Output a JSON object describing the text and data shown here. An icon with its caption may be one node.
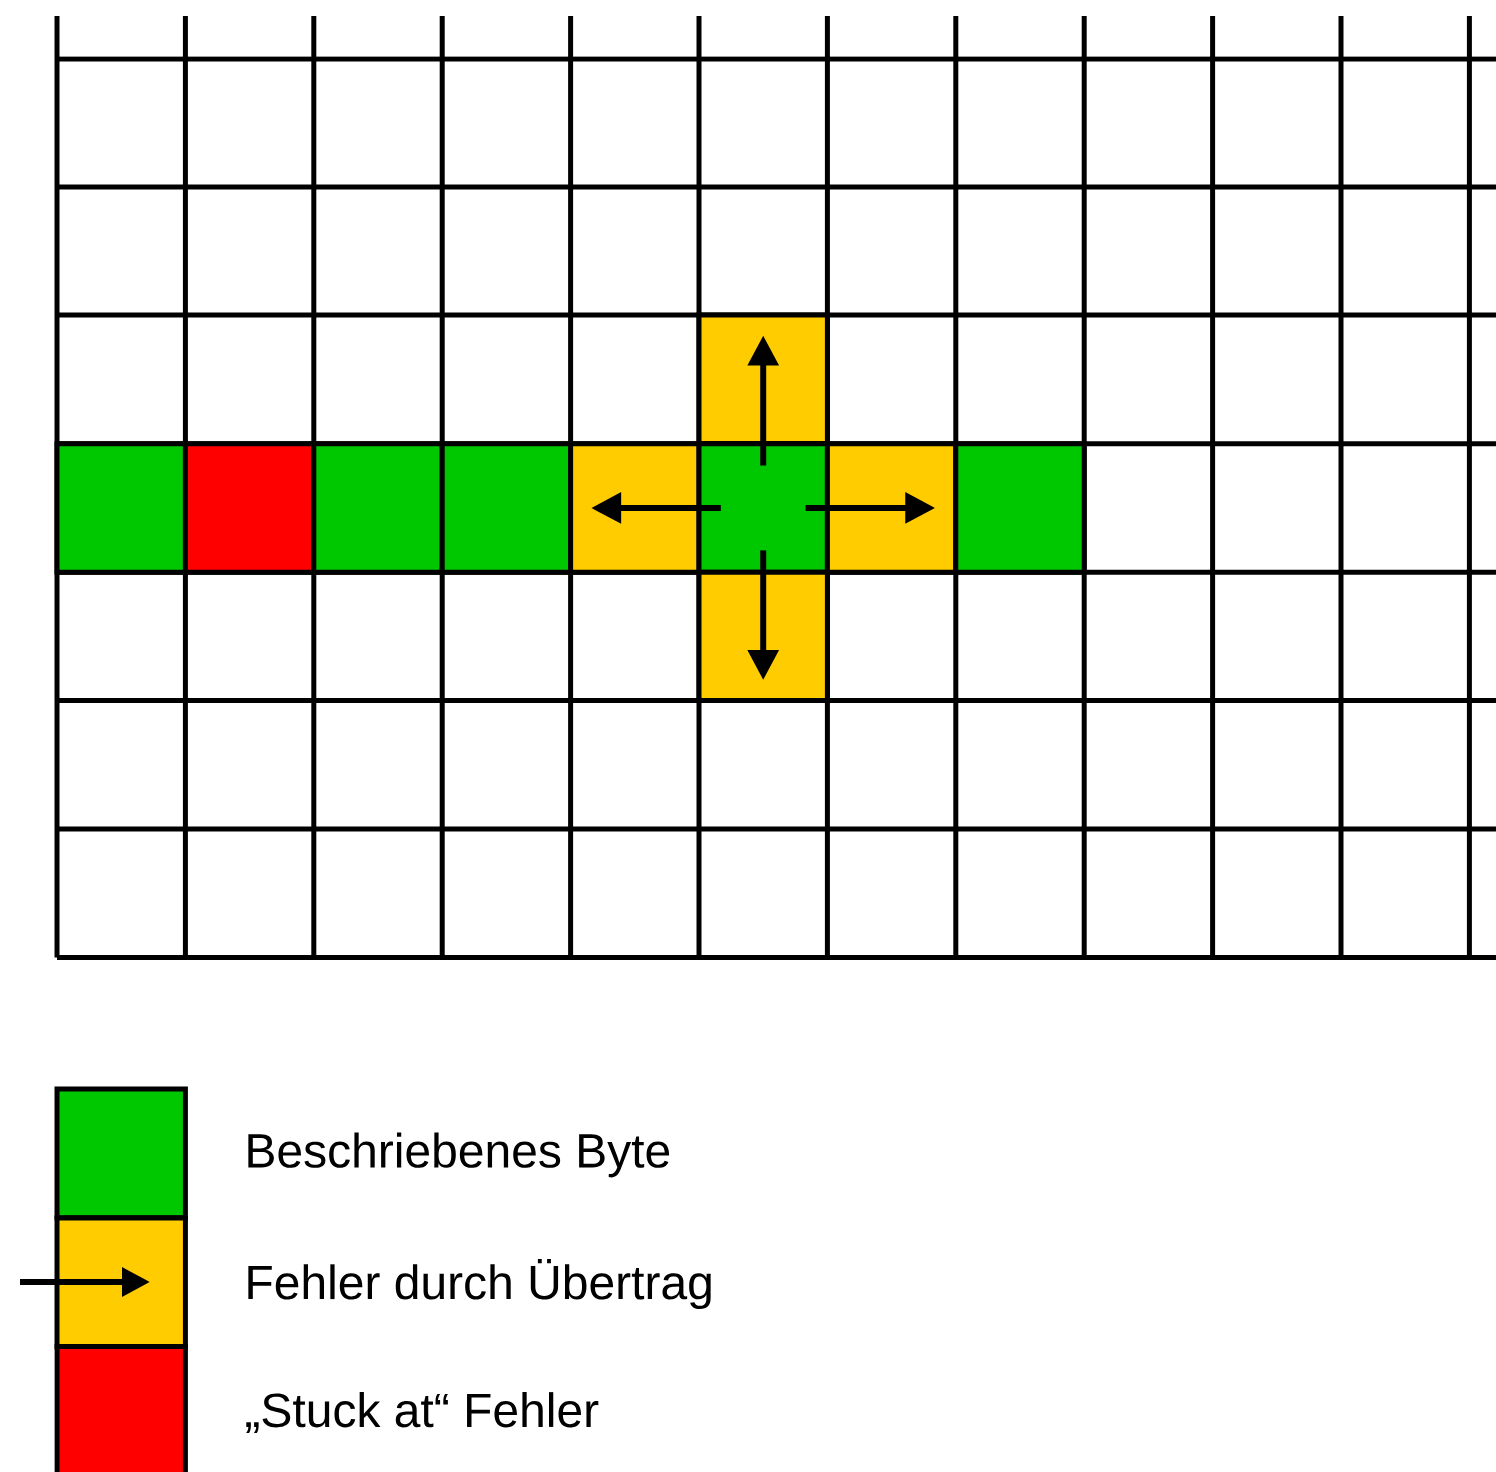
{
  "diagram": {
    "nodes": [
      {
        "text": [],
        "shape": "box"
      },
      {
        "text": [],
        "shape": "box"
      },
      {
        "text": [],
        "shape": "box"
      },
      {
        "text": [],
        "shape": "box"
      },
      {
        "text": [],
        "shape": "box"
      },
      {
        "text": [],
        "shape": "box"
      },
      {
        "text": [],
        "shape": "box"
      },
      {
        "text": [],
        "shape": "box"
      },
      {
        "text": [],
        "shape": "box"
      },
      {
        "text": [],
        "shape": "box"
      }
    ],
    "edges": [
      {
        "from": 6,
        "to": 0,
        "arrow": "to"
      },
      {
        "from": 6,
        "to": 5,
        "arrow": "to"
      },
      {
        "from": 6,
        "to": 7,
        "arrow": "to"
      },
      {
        "from": 6,
        "to": 9,
        "arrow": "to"
      }
    ],
    "legend": [
      {
        "text": "Beschriebenes Byte",
        "color": "#00c800"
      },
      {
        "text": "Fehler durch Übertrag",
        "color": "#ffcc00"
      },
      {
        "text": "„Stuck at“ Fehler",
        "color": "#ff0000"
      }
    ]
  }
}
